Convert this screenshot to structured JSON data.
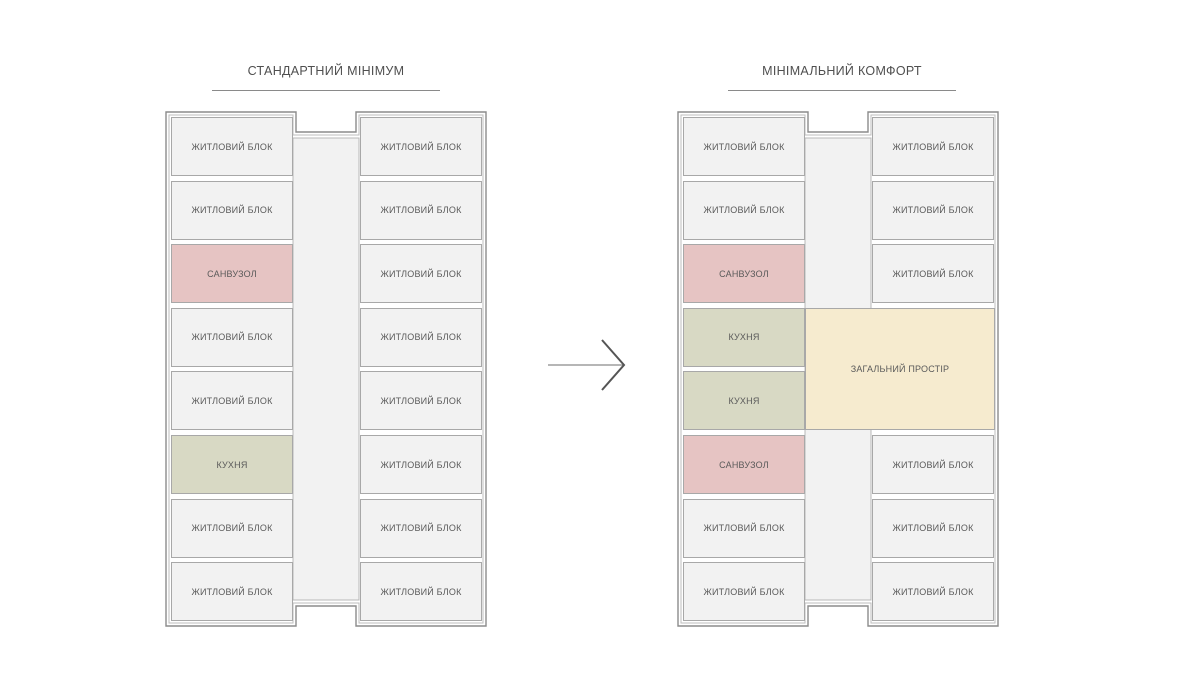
{
  "plans": [
    {
      "title": "СТАНДАРТНИЙ МІНІМУМ",
      "left_column": [
        {
          "label": "ЖИТЛОВИЙ БЛОК",
          "type": "living"
        },
        {
          "label": "ЖИТЛОВИЙ БЛОК",
          "type": "living"
        },
        {
          "label": "САНВУЗОЛ",
          "type": "bath"
        },
        {
          "label": "ЖИТЛОВИЙ БЛОК",
          "type": "living"
        },
        {
          "label": "ЖИТЛОВИЙ БЛОК",
          "type": "living"
        },
        {
          "label": "КУХНЯ",
          "type": "kitchen"
        },
        {
          "label": "ЖИТЛОВИЙ БЛОК",
          "type": "living"
        },
        {
          "label": "ЖИТЛОВИЙ БЛОК",
          "type": "living"
        }
      ],
      "right_column": [
        {
          "label": "ЖИТЛОВИЙ БЛОК",
          "type": "living"
        },
        {
          "label": "ЖИТЛОВИЙ БЛОК",
          "type": "living"
        },
        {
          "label": "ЖИТЛОВИЙ БЛОК",
          "type": "living"
        },
        {
          "label": "ЖИТЛОВИЙ БЛОК",
          "type": "living"
        },
        {
          "label": "ЖИТЛОВИЙ БЛОК",
          "type": "living"
        },
        {
          "label": "ЖИТЛОВИЙ БЛОК",
          "type": "living"
        },
        {
          "label": "ЖИТЛОВИЙ БЛОК",
          "type": "living"
        },
        {
          "label": "ЖИТЛОВИЙ БЛОК",
          "type": "living"
        }
      ]
    },
    {
      "title": "МІНІМАЛЬНИЙ КОМФОРТ",
      "left_column": [
        {
          "label": "ЖИТЛОВИЙ БЛОК",
          "type": "living"
        },
        {
          "label": "ЖИТЛОВИЙ БЛОК",
          "type": "living"
        },
        {
          "label": "САНВУЗОЛ",
          "type": "bath"
        },
        {
          "label": "КУХНЯ",
          "type": "kitchen"
        },
        {
          "label": "КУХНЯ",
          "type": "kitchen"
        },
        {
          "label": "САНВУЗОЛ",
          "type": "bath"
        },
        {
          "label": "ЖИТЛОВИЙ БЛОК",
          "type": "living"
        },
        {
          "label": "ЖИТЛОВИЙ БЛОК",
          "type": "living"
        }
      ],
      "right_column": [
        {
          "label": "ЖИТЛОВИЙ БЛОК",
          "type": "living"
        },
        {
          "label": "ЖИТЛОВИЙ БЛОК",
          "type": "living"
        },
        {
          "label": "ЖИТЛОВИЙ БЛОК",
          "type": "living"
        },
        {
          "label": "ЖИТЛОВИЙ БЛОК",
          "type": "living"
        },
        {
          "label": "ЖИТЛОВИЙ БЛОК",
          "type": "living"
        },
        {
          "label": "ЖИТЛОВИЙ БЛОК",
          "type": "living"
        }
      ],
      "common_space": {
        "label": "ЗАГАЛЬНИЙ ПРОСТІР",
        "type": "common"
      }
    }
  ],
  "colors": {
    "living": "#f2f2f2",
    "bath": "#e6c4c3",
    "kitchen": "#d8d9c4",
    "common": "#f6ebcf",
    "corridor": "#f2f2f2",
    "outline": "#8c8c8c"
  },
  "icons": {
    "transition": "chevron-right-arrow-icon"
  }
}
